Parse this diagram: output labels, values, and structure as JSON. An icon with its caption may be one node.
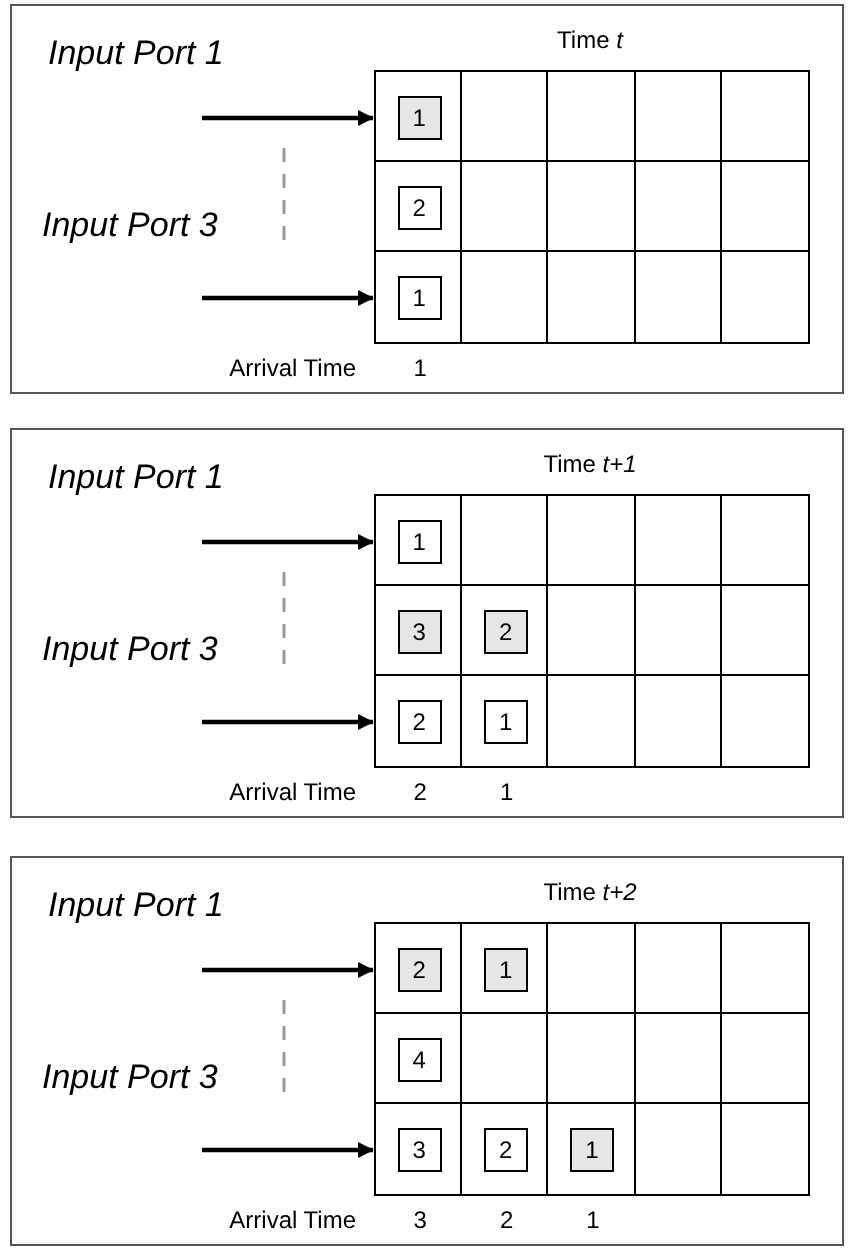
{
  "diagram": {
    "nodes": [
      {
        "text": [
          "Time *t*"
        ]
      },
      {
        "text": [],
        "shape": "box",
        "in": 0
      },
      {
        "text": [
          "1"
        ],
        "in": 1
      },
      {
        "text": [
          "2"
        ],
        "in": 1
      },
      {
        "text": [
          "1"
        ],
        "in": 1
      },
      {
        "text": [
          "Time *t+1*"
        ]
      },
      {
        "text": [],
        "shape": "box",
        "in": 5
      },
      {
        "text": [
          "1"
        ],
        "in": 6
      },
      {
        "text": [
          "3"
        ],
        "in": 6
      },
      {
        "text": [
          "2"
        ],
        "in": 6
      },
      {
        "text": [
          "2"
        ],
        "in": 6
      },
      {
        "text": [
          "1"
        ],
        "in": 6
      },
      {
        "text": [
          "Time *t+2*"
        ]
      },
      {
        "text": [],
        "shape": "box",
        "in": 12
      },
      {
        "text": [
          "2"
        ],
        "in": 13
      },
      {
        "text": [
          "1"
        ],
        "in": 13
      },
      {
        "text": [
          "4"
        ],
        "in": 13
      },
      {
        "text": [
          "3"
        ],
        "in": 13
      },
      {
        "text": [
          "2"
        ],
        "in": 13
      },
      {
        "text": [
          "1"
        ],
        "in": 13
      }
    ],
    "edges": [
      {
        "from": null,
        "to": 1,
        "arrow": "to"
      },
      {
        "from": null,
        "to": 1,
        "arrow": "to"
      },
      {
        "from": null,
        "to": 6,
        "arrow": "to"
      },
      {
        "from": null,
        "to": 6,
        "arrow": "to"
      },
      {
        "from": null,
        "to": 13,
        "arrow": "to"
      },
      {
        "from": null,
        "to": 13,
        "arrow": "to"
      }
    ],
    "labels": [
      "Input Port 1",
      "Input Port 3",
      "Arrival Time",
      "1",
      "Input Port 1",
      "Input Port 3",
      "Arrival Time",
      "2",
      "1",
      "Input Port 1",
      "Input Port 3",
      "Arrival Time",
      "3",
      "2",
      "1"
    ]
  }
}
